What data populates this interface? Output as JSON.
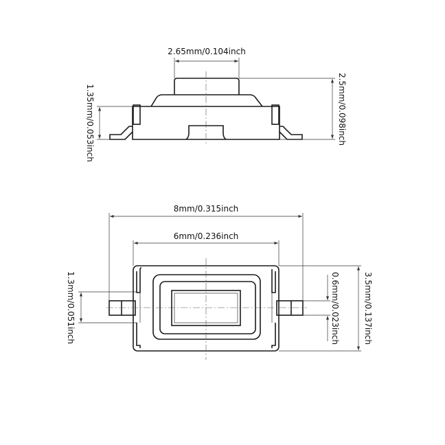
{
  "side_view": {
    "width_cap": "2.65mm/0.104inch",
    "total_height": "2.5mm/0.098inch",
    "body_height": "1.35mm/0.053inch"
  },
  "top_view": {
    "overall_length": "8mm/0.315inch",
    "body_length": "6mm/0.236inch",
    "body_width": "3.5mm/0.137inch",
    "pin_width": "0.6mm/0.023inch",
    "pin_spacing": "1.3mm/0.051inch"
  }
}
